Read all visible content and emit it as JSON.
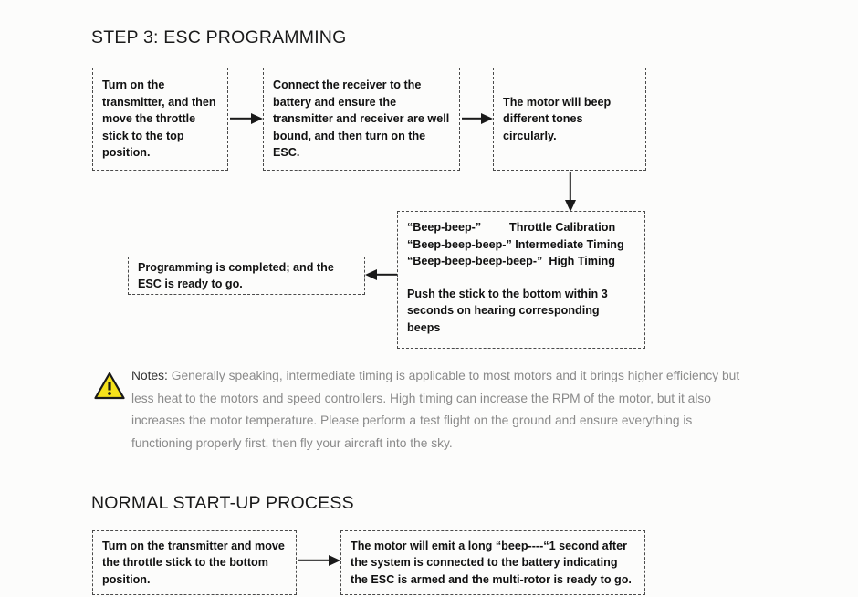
{
  "sections": {
    "step3": {
      "heading": "STEP 3: ESC PROGRAMMING",
      "boxes": {
        "transmitter": "Turn on the transmitter, and then move the throttle stick to the top position.",
        "receiver": "Connect the receiver to the battery and ensure the transmitter and receiver are well bound, and then turn on the ESC.",
        "motor_beep": "The motor will beep different tones circularly.",
        "completed": "Programming is completed; and the ESC is ready to go."
      },
      "beep_legend": {
        "rows": [
          {
            "beeps": "“Beep-beep-”",
            "meaning": "Throttle Calibration"
          },
          {
            "beeps": "“Beep-beep-beep-”",
            "meaning": "Intermediate Timing"
          },
          {
            "beeps": "“Beep-beep-beep-beep-”",
            "meaning": "High Timing"
          }
        ],
        "instruction": "Push the stick to the bottom within 3 seconds on hearing corresponding beeps"
      }
    },
    "notes": {
      "icon": "warning-triangle-icon",
      "label": "Notes:",
      "body": "Generally speaking, intermediate timing is applicable to most motors and it brings higher efficiency but less heat to the motors and speed controllers. High timing can increase the RPM of the motor, but it also increases the motor temperature. Please perform a test flight on the ground and ensure everything is functioning properly first, then fly your aircraft into the sky."
    },
    "startup": {
      "heading": "NORMAL START-UP PROCESS",
      "boxes": {
        "left": "Turn on the transmitter and move the throttle stick to the bottom position.",
        "right": "The motor will emit a long “beep----“1 second after the system is connected to the battery indicating the ESC is armed and the multi-rotor is ready to go."
      }
    }
  },
  "colors": {
    "page_background": "#fcfcfb",
    "text": "#111111",
    "notes_text": "#8a8a8a",
    "box_border": "#4a4a4a",
    "arrow": "#1a1a1a",
    "warning_fill": "#f5e11a",
    "warning_stroke": "#1a1a1a"
  }
}
